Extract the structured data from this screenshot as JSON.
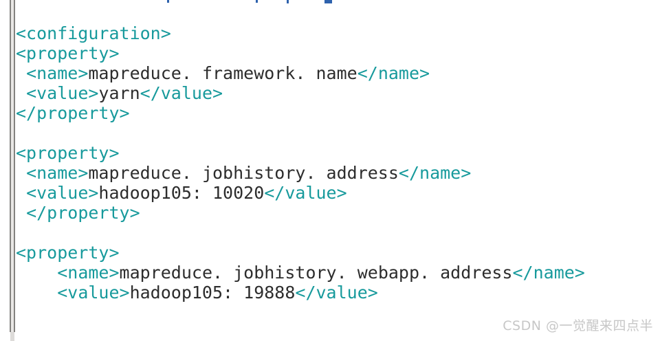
{
  "watermark": "CSDN @一觉醒来四点半",
  "colors": {
    "tag": "#179a9c",
    "plain": "#2d2d2d",
    "watermark": "#c7c7c7",
    "cutoff": "#2e62ad",
    "edge-line": "#83827f",
    "edge-fill": "#e9e7e5",
    "bg": "#ffffff"
  },
  "editor": {
    "language_hint": "xml",
    "lines": [
      [],
      [],
      [
        {
          "k": "tag",
          "v": "<configuration>"
        }
      ],
      [
        {
          "k": "tag",
          "v": "<property>"
        }
      ],
      [
        {
          "k": "plain",
          "v": " "
        },
        {
          "k": "tag",
          "v": "<name>"
        },
        {
          "k": "plain",
          "v": "mapreduce. framework. name"
        },
        {
          "k": "tag",
          "v": "</name>"
        }
      ],
      [
        {
          "k": "plain",
          "v": " "
        },
        {
          "k": "tag",
          "v": "<value>"
        },
        {
          "k": "plain",
          "v": "yarn"
        },
        {
          "k": "tag",
          "v": "</value>"
        }
      ],
      [
        {
          "k": "tag",
          "v": "</property>"
        }
      ],
      [],
      [
        {
          "k": "tag",
          "v": "<property>"
        }
      ],
      [
        {
          "k": "plain",
          "v": " "
        },
        {
          "k": "tag",
          "v": "<name>"
        },
        {
          "k": "plain",
          "v": "mapreduce. jobhistory. address"
        },
        {
          "k": "tag",
          "v": "</name>"
        }
      ],
      [
        {
          "k": "plain",
          "v": " "
        },
        {
          "k": "tag",
          "v": "<value>"
        },
        {
          "k": "plain",
          "v": "hadoop105: 10020"
        },
        {
          "k": "tag",
          "v": "</value>"
        }
      ],
      [
        {
          "k": "plain",
          "v": " "
        },
        {
          "k": "tag",
          "v": "</property>"
        }
      ],
      [],
      [
        {
          "k": "tag",
          "v": "<property>"
        }
      ],
      [
        {
          "k": "plain",
          "v": "    "
        },
        {
          "k": "tag",
          "v": "<name>"
        },
        {
          "k": "plain",
          "v": "mapreduce. jobhistory. webapp. address"
        },
        {
          "k": "tag",
          "v": "</name>"
        }
      ],
      [
        {
          "k": "plain",
          "v": "    "
        },
        {
          "k": "tag",
          "v": "<value>"
        },
        {
          "k": "plain",
          "v": "hadoop105: 19888"
        },
        {
          "k": "tag",
          "v": "</value>"
        }
      ]
    ]
  }
}
